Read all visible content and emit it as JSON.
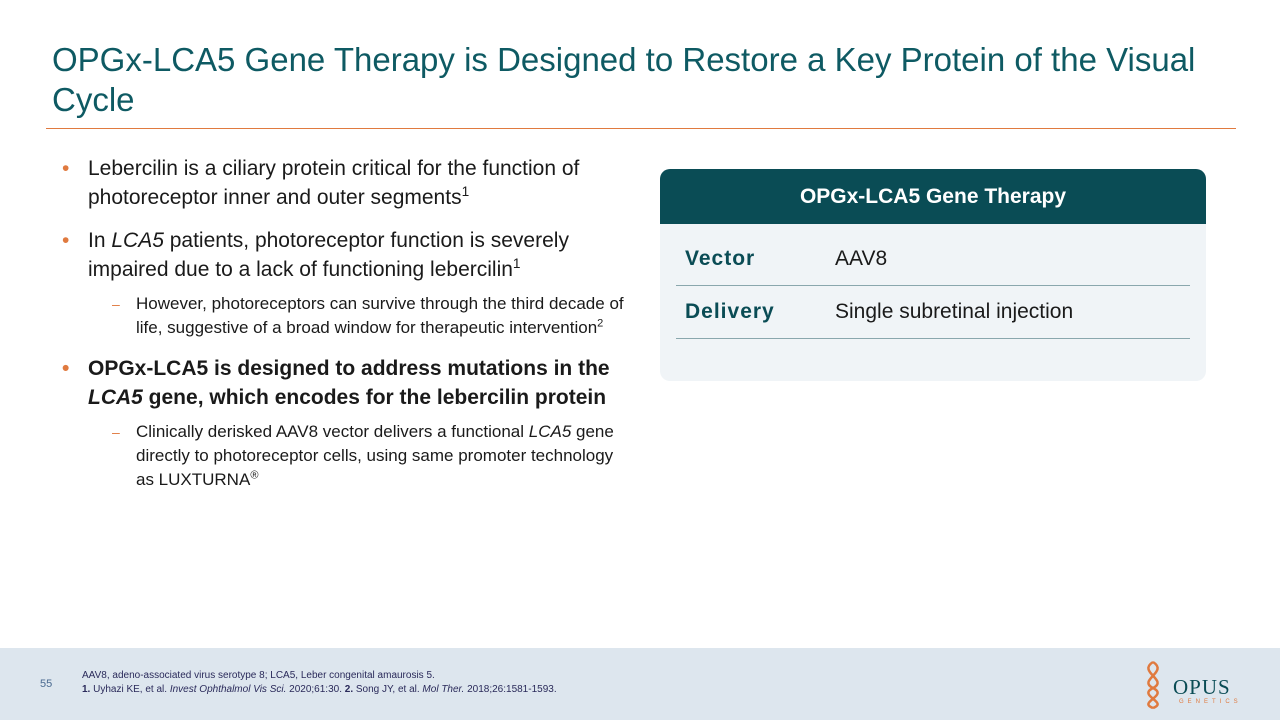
{
  "title": "OPGx-LCA5 Gene Therapy is Designed to Restore a Key Protein of the Visual Cycle",
  "bullets": {
    "b1": {
      "text": "Lebercilin is a ciliary protein critical for the function of photoreceptor inner and outer segments",
      "sup": "1"
    },
    "b2": {
      "pre": "In ",
      "em": "LCA5",
      "post": " patients, photoreceptor function is severely impaired due to a lack of functioning lebercilin",
      "sup": "1"
    },
    "b2a": {
      "text": "However, photoreceptors can survive through the third decade of life, suggestive of a broad window for therapeutic intervention",
      "sup": "2"
    },
    "b3": {
      "pre": "OPGx-LCA5 is designed to address mutations in the ",
      "em": "LCA5",
      "post": " gene, which encodes for the lebercilin protein"
    },
    "b3a": {
      "pre": "Clinically derisked AAV8 vector delivers a functional ",
      "em": "LCA5",
      "post": " gene directly to photoreceptor cells, using same promoter technology as LUXTURNA",
      "sup": "®"
    },
    "bullet_char": "•",
    "dash_char": "–"
  },
  "card": {
    "header": "OPGx-LCA5 Gene Therapy",
    "rows": [
      {
        "key": "Vector",
        "value": "AAV8"
      },
      {
        "key": "Delivery",
        "value": "Single subretinal injection"
      }
    ]
  },
  "footer": {
    "page_number": "55",
    "abbrev": "AAV8, adeno-associated virus serotype 8; LCA5, Leber congenital amaurosis 5.",
    "ref1_num": "1.",
    "ref1_pre": " Uyhazi KE, et al. ",
    "ref1_journal": "Invest Ophthalmol Vis Sci.",
    "ref1_post": " 2020;61:30. ",
    "ref2_num": "2.",
    "ref2_pre": " Song JY, et al. ",
    "ref2_journal": "Mol Ther.",
    "ref2_post": " 2018;26:1581-1593."
  },
  "logo": {
    "word": "OPUS",
    "sub": "GENETICS"
  },
  "colors": {
    "title": "#0e5a63",
    "accent": "#e07a3f",
    "card_header": "#0a4c55",
    "card_bg": "#f0f4f7",
    "footer_bg": "#dde6ee"
  }
}
